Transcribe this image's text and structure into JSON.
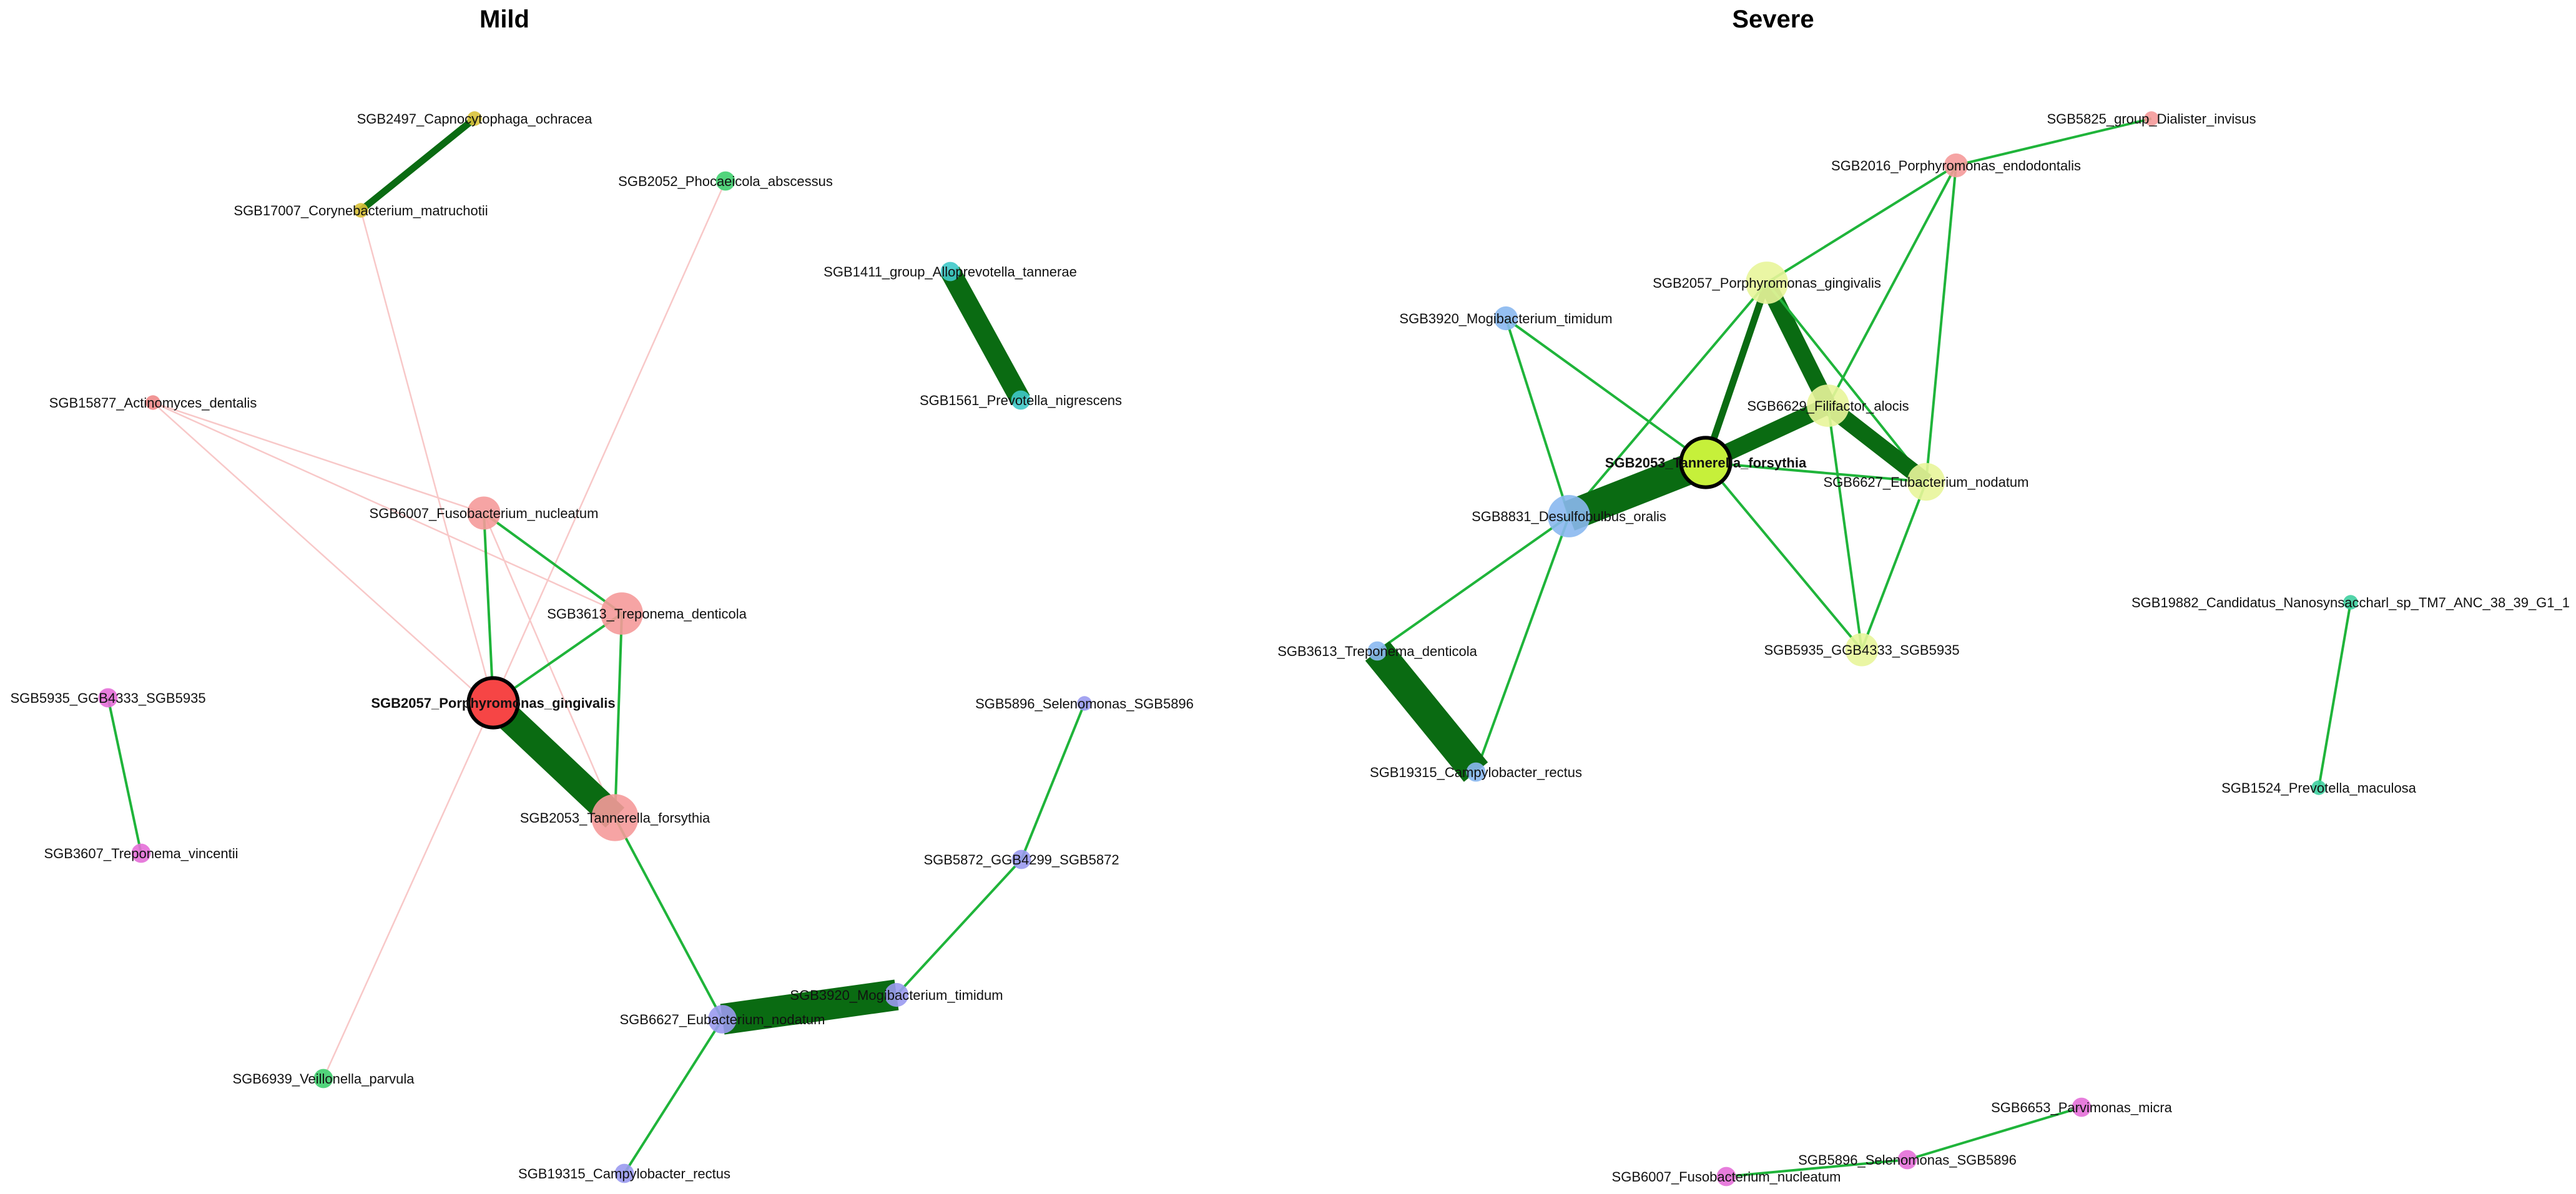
{
  "panels": [
    {
      "title": "Mild",
      "nodes": [
        {
          "id": "capno",
          "label": "SGB2497_Capnocytophaga_ochracea",
          "color": "#d9c23a",
          "size": 1
        },
        {
          "id": "coryne",
          "label": "SGB17007_Corynebacterium_matruchotii",
          "color": "#d9c23a",
          "size": 1
        },
        {
          "id": "phoca",
          "label": "SGB2052_Phocaeicola_abscessus",
          "color": "#3fcf6e",
          "size": 2
        },
        {
          "id": "allop",
          "label": "SGB1411_group_Alloprevotella_tannerae",
          "color": "#3fc9c9",
          "size": 2
        },
        {
          "id": "pnig",
          "label": "SGB1561_Prevotella_nigrescens",
          "color": "#3fc9c9",
          "size": 2
        },
        {
          "id": "actino",
          "label": "SGB15877_Actinomyces_dentalis",
          "color": "#f08a8a",
          "size": 1
        },
        {
          "id": "fuso",
          "label": "SGB6007_Fusobacterium_nucleatum",
          "color": "#f59a9a",
          "size": 5
        },
        {
          "id": "trep",
          "label": "SGB3613_Treponema_denticola",
          "color": "#f59a9a",
          "size": 7
        },
        {
          "id": "pging",
          "label": "SGB2057_Porphyromonas_gingivalis",
          "color": "#f64545",
          "size": 8,
          "hub": true
        },
        {
          "id": "tann",
          "label": "SGB2053_Tannerella_forsythia",
          "color": "#f59a9a",
          "size": 8
        },
        {
          "id": "ggb4333",
          "label": "SGB5935_GGB4333_SGB5935",
          "color": "#e46fd8",
          "size": 2
        },
        {
          "id": "tvinc",
          "label": "SGB3607_Treponema_vincentii",
          "color": "#e46fd8",
          "size": 2
        },
        {
          "id": "selen",
          "label": "SGB5896_Selenomonas_SGB5896",
          "color": "#9a9af0",
          "size": 1
        },
        {
          "id": "ggb4299",
          "label": "SGB5872_GGB4299_SGB5872",
          "color": "#9a9af0",
          "size": 2
        },
        {
          "id": "mogi",
          "label": "SGB3920_Mogibacterium_timidum",
          "color": "#9a9af0",
          "size": 3
        },
        {
          "id": "eubac",
          "label": "SGB6627_Eubacterium_nodatum",
          "color": "#9a9af0",
          "size": 4
        },
        {
          "id": "veil",
          "label": "SGB6939_Veillonella_parvula",
          "color": "#3fcf6e",
          "size": 2
        },
        {
          "id": "campy",
          "label": "SGB19315_Campylobacter_rectus",
          "color": "#9a9af0",
          "size": 2
        }
      ],
      "edges": [
        {
          "source": "capno",
          "target": "coryne",
          "type": "positive",
          "weight": 2
        },
        {
          "source": "allop",
          "target": "pnig",
          "type": "positive",
          "weight": 6
        },
        {
          "source": "coryne",
          "target": "pging",
          "type": "negative",
          "weight": 1
        },
        {
          "source": "phoca",
          "target": "pging",
          "type": "negative",
          "weight": 1
        },
        {
          "source": "actino",
          "target": "fuso",
          "type": "negative",
          "weight": 1
        },
        {
          "source": "actino",
          "target": "trep",
          "type": "negative",
          "weight": 1
        },
        {
          "source": "actino",
          "target": "tann",
          "type": "negative",
          "weight": 1
        },
        {
          "source": "fuso",
          "target": "pging",
          "type": "positive",
          "weight": 1
        },
        {
          "source": "fuso",
          "target": "trep",
          "type": "positive",
          "weight": 1
        },
        {
          "source": "fuso",
          "target": "tann",
          "type": "negative",
          "weight": 1
        },
        {
          "source": "trep",
          "target": "pging",
          "type": "positive",
          "weight": 1
        },
        {
          "source": "trep",
          "target": "tann",
          "type": "positive",
          "weight": 1
        },
        {
          "source": "pging",
          "target": "tann",
          "type": "positive",
          "weight": 8
        },
        {
          "source": "pging",
          "target": "veil",
          "type": "negative",
          "weight": 1
        },
        {
          "source": "tann",
          "target": "eubac",
          "type": "positive",
          "weight": 1
        },
        {
          "source": "ggb4333",
          "target": "tvinc",
          "type": "positive",
          "weight": 1
        },
        {
          "source": "selen",
          "target": "ggb4299",
          "type": "positive",
          "weight": 1
        },
        {
          "source": "ggb4299",
          "target": "mogi",
          "type": "positive",
          "weight": 1
        },
        {
          "source": "eubac",
          "target": "mogi",
          "type": "positive",
          "weight": 9
        },
        {
          "source": "eubac",
          "target": "campy",
          "type": "positive",
          "weight": 1
        }
      ]
    },
    {
      "title": "Severe",
      "nodes": [
        {
          "id": "dial",
          "label": "SGB5825_group_Dialister_invisus",
          "color": "#f59a9a",
          "size": 1
        },
        {
          "id": "pendo",
          "label": "SGB2016_Porphyromonas_endodontalis",
          "color": "#f59a9a",
          "size": 3
        },
        {
          "id": "pging",
          "label": "SGB2057_Porphyromonas_gingivalis",
          "color": "#e8f59a",
          "size": 7
        },
        {
          "id": "mogi",
          "label": "SGB3920_Mogibacterium_timidum",
          "color": "#8ab8ef",
          "size": 3
        },
        {
          "id": "fili",
          "label": "SGB6629_Filifactor_alocis",
          "color": "#e8f59a",
          "size": 7
        },
        {
          "id": "tann",
          "label": "SGB2053_Tannerella_forsythia",
          "color": "#c6f03a",
          "size": 8,
          "hub": true
        },
        {
          "id": "eubac",
          "label": "SGB6627_Eubacterium_nodatum",
          "color": "#e8f59a",
          "size": 6
        },
        {
          "id": "desulf",
          "label": "SGB8831_Desulfobulbus_oralis",
          "color": "#8ab8ef",
          "size": 7
        },
        {
          "id": "trep",
          "label": "SGB3613_Treponema_denticola",
          "color": "#8ab8ef",
          "size": 2
        },
        {
          "id": "ggb4333",
          "label": "SGB5935_GGB4333_SGB5935",
          "color": "#e8f59a",
          "size": 5
        },
        {
          "id": "campy",
          "label": "SGB19315_Campylobacter_rectus",
          "color": "#8ab8ef",
          "size": 2
        },
        {
          "id": "nano",
          "label": "SGB19882_Candidatus_Nanosynsaccharl_sp_TM7_ANC_38_39_G1_1",
          "color": "#3fcfa0",
          "size": 1
        },
        {
          "id": "pmac",
          "label": "SGB1524_Prevotella_maculosa",
          "color": "#3fcfa0",
          "size": 1
        },
        {
          "id": "parvi",
          "label": "SGB6653_Parvimonas_micra",
          "color": "#e46fd8",
          "size": 2
        },
        {
          "id": "selen",
          "label": "SGB5896_Selenomonas_SGB5896",
          "color": "#e46fd8",
          "size": 2
        },
        {
          "id": "fuso",
          "label": "SGB6007_Fusobacterium_nucleatum",
          "color": "#e46fd8",
          "size": 2
        }
      ],
      "edges": [
        {
          "source": "dial",
          "target": "pendo",
          "type": "positive",
          "weight": 1
        },
        {
          "source": "pendo",
          "target": "pging",
          "type": "positive",
          "weight": 1
        },
        {
          "source": "pendo",
          "target": "fili",
          "type": "positive",
          "weight": 1
        },
        {
          "source": "pendo",
          "target": "eubac",
          "type": "positive",
          "weight": 1
        },
        {
          "source": "pging",
          "target": "fili",
          "type": "positive",
          "weight": 5
        },
        {
          "source": "pging",
          "target": "tann",
          "type": "positive",
          "weight": 2
        },
        {
          "source": "pging",
          "target": "desulf",
          "type": "positive",
          "weight": 1
        },
        {
          "source": "pging",
          "target": "eubac",
          "type": "positive",
          "weight": 1
        },
        {
          "source": "mogi",
          "target": "tann",
          "type": "positive",
          "weight": 1
        },
        {
          "source": "mogi",
          "target": "desulf",
          "type": "positive",
          "weight": 1
        },
        {
          "source": "fili",
          "target": "tann",
          "type": "positive",
          "weight": 5
        },
        {
          "source": "fili",
          "target": "eubac",
          "type": "positive",
          "weight": 5
        },
        {
          "source": "fili",
          "target": "ggb4333",
          "type": "positive",
          "weight": 1
        },
        {
          "source": "tann",
          "target": "desulf",
          "type": "positive",
          "weight": 9
        },
        {
          "source": "tann",
          "target": "eubac",
          "type": "positive",
          "weight": 1
        },
        {
          "source": "tann",
          "target": "ggb4333",
          "type": "positive",
          "weight": 1
        },
        {
          "source": "eubac",
          "target": "ggb4333",
          "type": "positive",
          "weight": 1
        },
        {
          "source": "desulf",
          "target": "trep",
          "type": "positive",
          "weight": 1
        },
        {
          "source": "desulf",
          "target": "campy",
          "type": "positive",
          "weight": 1
        },
        {
          "source": "trep",
          "target": "campy",
          "type": "positive",
          "weight": 9
        },
        {
          "source": "nano",
          "target": "pmac",
          "type": "positive",
          "weight": 1
        },
        {
          "source": "parvi",
          "target": "selen",
          "type": "positive",
          "weight": 1
        },
        {
          "source": "selen",
          "target": "fuso",
          "type": "positive",
          "weight": 1
        }
      ]
    }
  ]
}
